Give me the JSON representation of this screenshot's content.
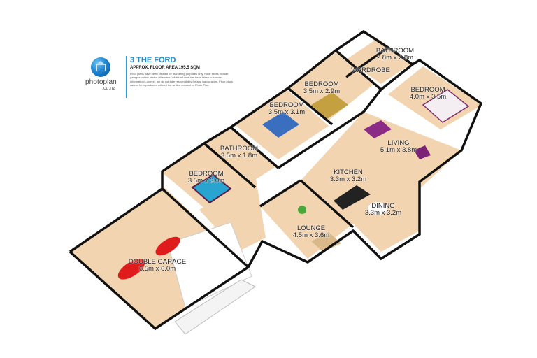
{
  "header": {
    "brand": "photoplan",
    "brand_sub": ".co.nz",
    "title": "3 THE FORD",
    "subtitle": "APPROX. FLOOR AREA 195.5 SQM",
    "disclaimer": "Floor plans have been created for marketing purposes only. Floor areas include garages unless stated otherwise. Whilst all care has been taken to ensure information's correct, we do not take responsibility for any inaccuracies. Floor plans cannot be reproduced without the written consent of Photo Plan.",
    "colors": {
      "accent": "#1c8ccc",
      "logo": "#1f86d1"
    }
  },
  "rooms": [
    {
      "name": "BATHROOM",
      "size": "2.8m x 2.8m"
    },
    {
      "name": "WARDROBE",
      "size": ""
    },
    {
      "name": "BEDROOM",
      "size": "4.0m x 3.5m"
    },
    {
      "name": "BEDROOM",
      "size": "3.5m x 2.9m"
    },
    {
      "name": "BEDROOM",
      "size": "3.5m x 3.1m"
    },
    {
      "name": "BATHROOM",
      "size": "3.5m x 1.8m"
    },
    {
      "name": "BEDROOM",
      "size": "3.5m x 3.0m"
    },
    {
      "name": "LIVING",
      "size": "5.1m x 3.8m"
    },
    {
      "name": "KITCHEN",
      "size": "3.3m x 3.2m"
    },
    {
      "name": "DINING",
      "size": "3.3m x 3.2m"
    },
    {
      "name": "LOUNGE",
      "size": "4.5m x 3.6m"
    },
    {
      "name": "DOUBLE GARAGE",
      "size": "6.5m x 6.0m"
    }
  ],
  "colors": {
    "floor": "#f3d4b0",
    "wall": "#111111",
    "wall_face": "#d9d9d9",
    "car": "#e01b1b"
  }
}
